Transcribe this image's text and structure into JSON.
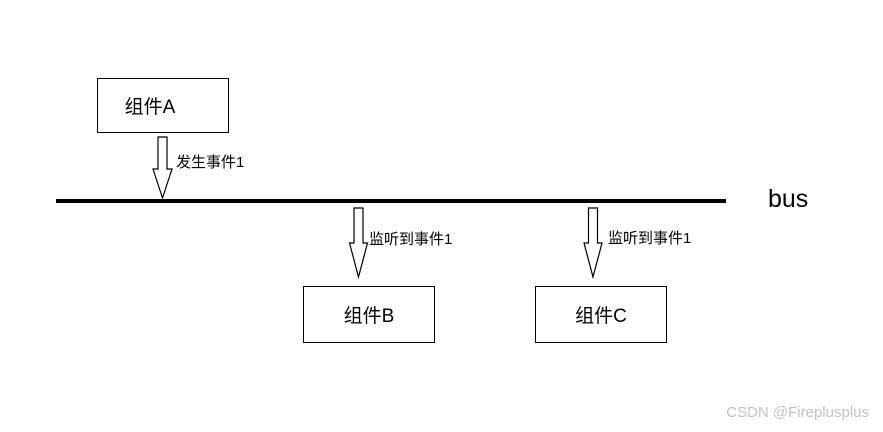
{
  "diagram": {
    "title_hint": "event-bus-pattern",
    "bus_label": "bus",
    "nodes": [
      {
        "id": "component-a",
        "label": "组件A"
      },
      {
        "id": "component-b",
        "label": "组件B"
      },
      {
        "id": "component-c",
        "label": "组件C"
      }
    ],
    "edges": [
      {
        "from": "component-a",
        "to": "bus",
        "label": "发生事件1",
        "direction": "down"
      },
      {
        "from": "bus",
        "to": "component-b",
        "label": "监听到事件1",
        "direction": "down"
      },
      {
        "from": "bus",
        "to": "component-c",
        "label": "监听到事件1",
        "direction": "down"
      }
    ]
  },
  "watermark": "CSDN @Fireplusplus",
  "colors": {
    "line": "#000000",
    "background": "#ffffff",
    "watermark": "#c3c3c3"
  }
}
